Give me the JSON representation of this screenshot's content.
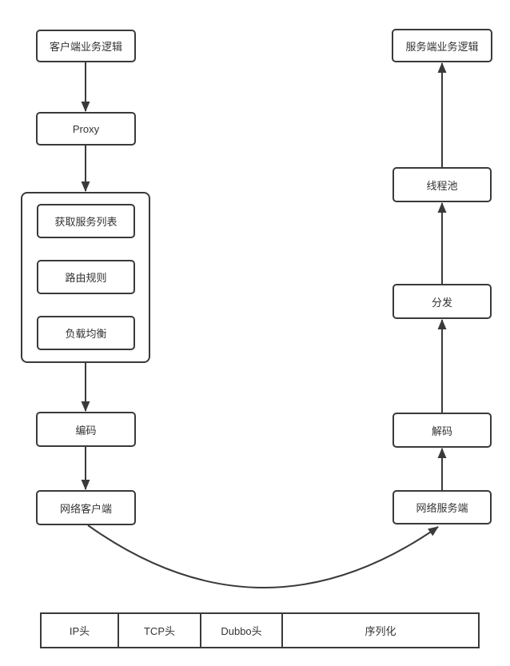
{
  "diagram": {
    "title_hint": "Dubbo RPC call flow",
    "nodes": {
      "client_logic": "客户端业务逻辑",
      "proxy": "Proxy",
      "get_service_list": "获取服务列表",
      "routing_rules": "路由规则",
      "load_balance": "负载均衡",
      "encode": "编码",
      "network_client": "网络客户端",
      "server_logic": "服务端业务逻辑",
      "thread_pool": "线程池",
      "dispatch": "分发",
      "decode": "解码",
      "network_server": "网络服务端"
    },
    "packet_segments": [
      "IP头",
      "TCP头",
      "Dubbo头",
      "序列化"
    ],
    "colors": {
      "line": "#3a3a3a",
      "node_border": "#3a3a3a",
      "text": "#333333",
      "background": "#ffffff"
    }
  }
}
